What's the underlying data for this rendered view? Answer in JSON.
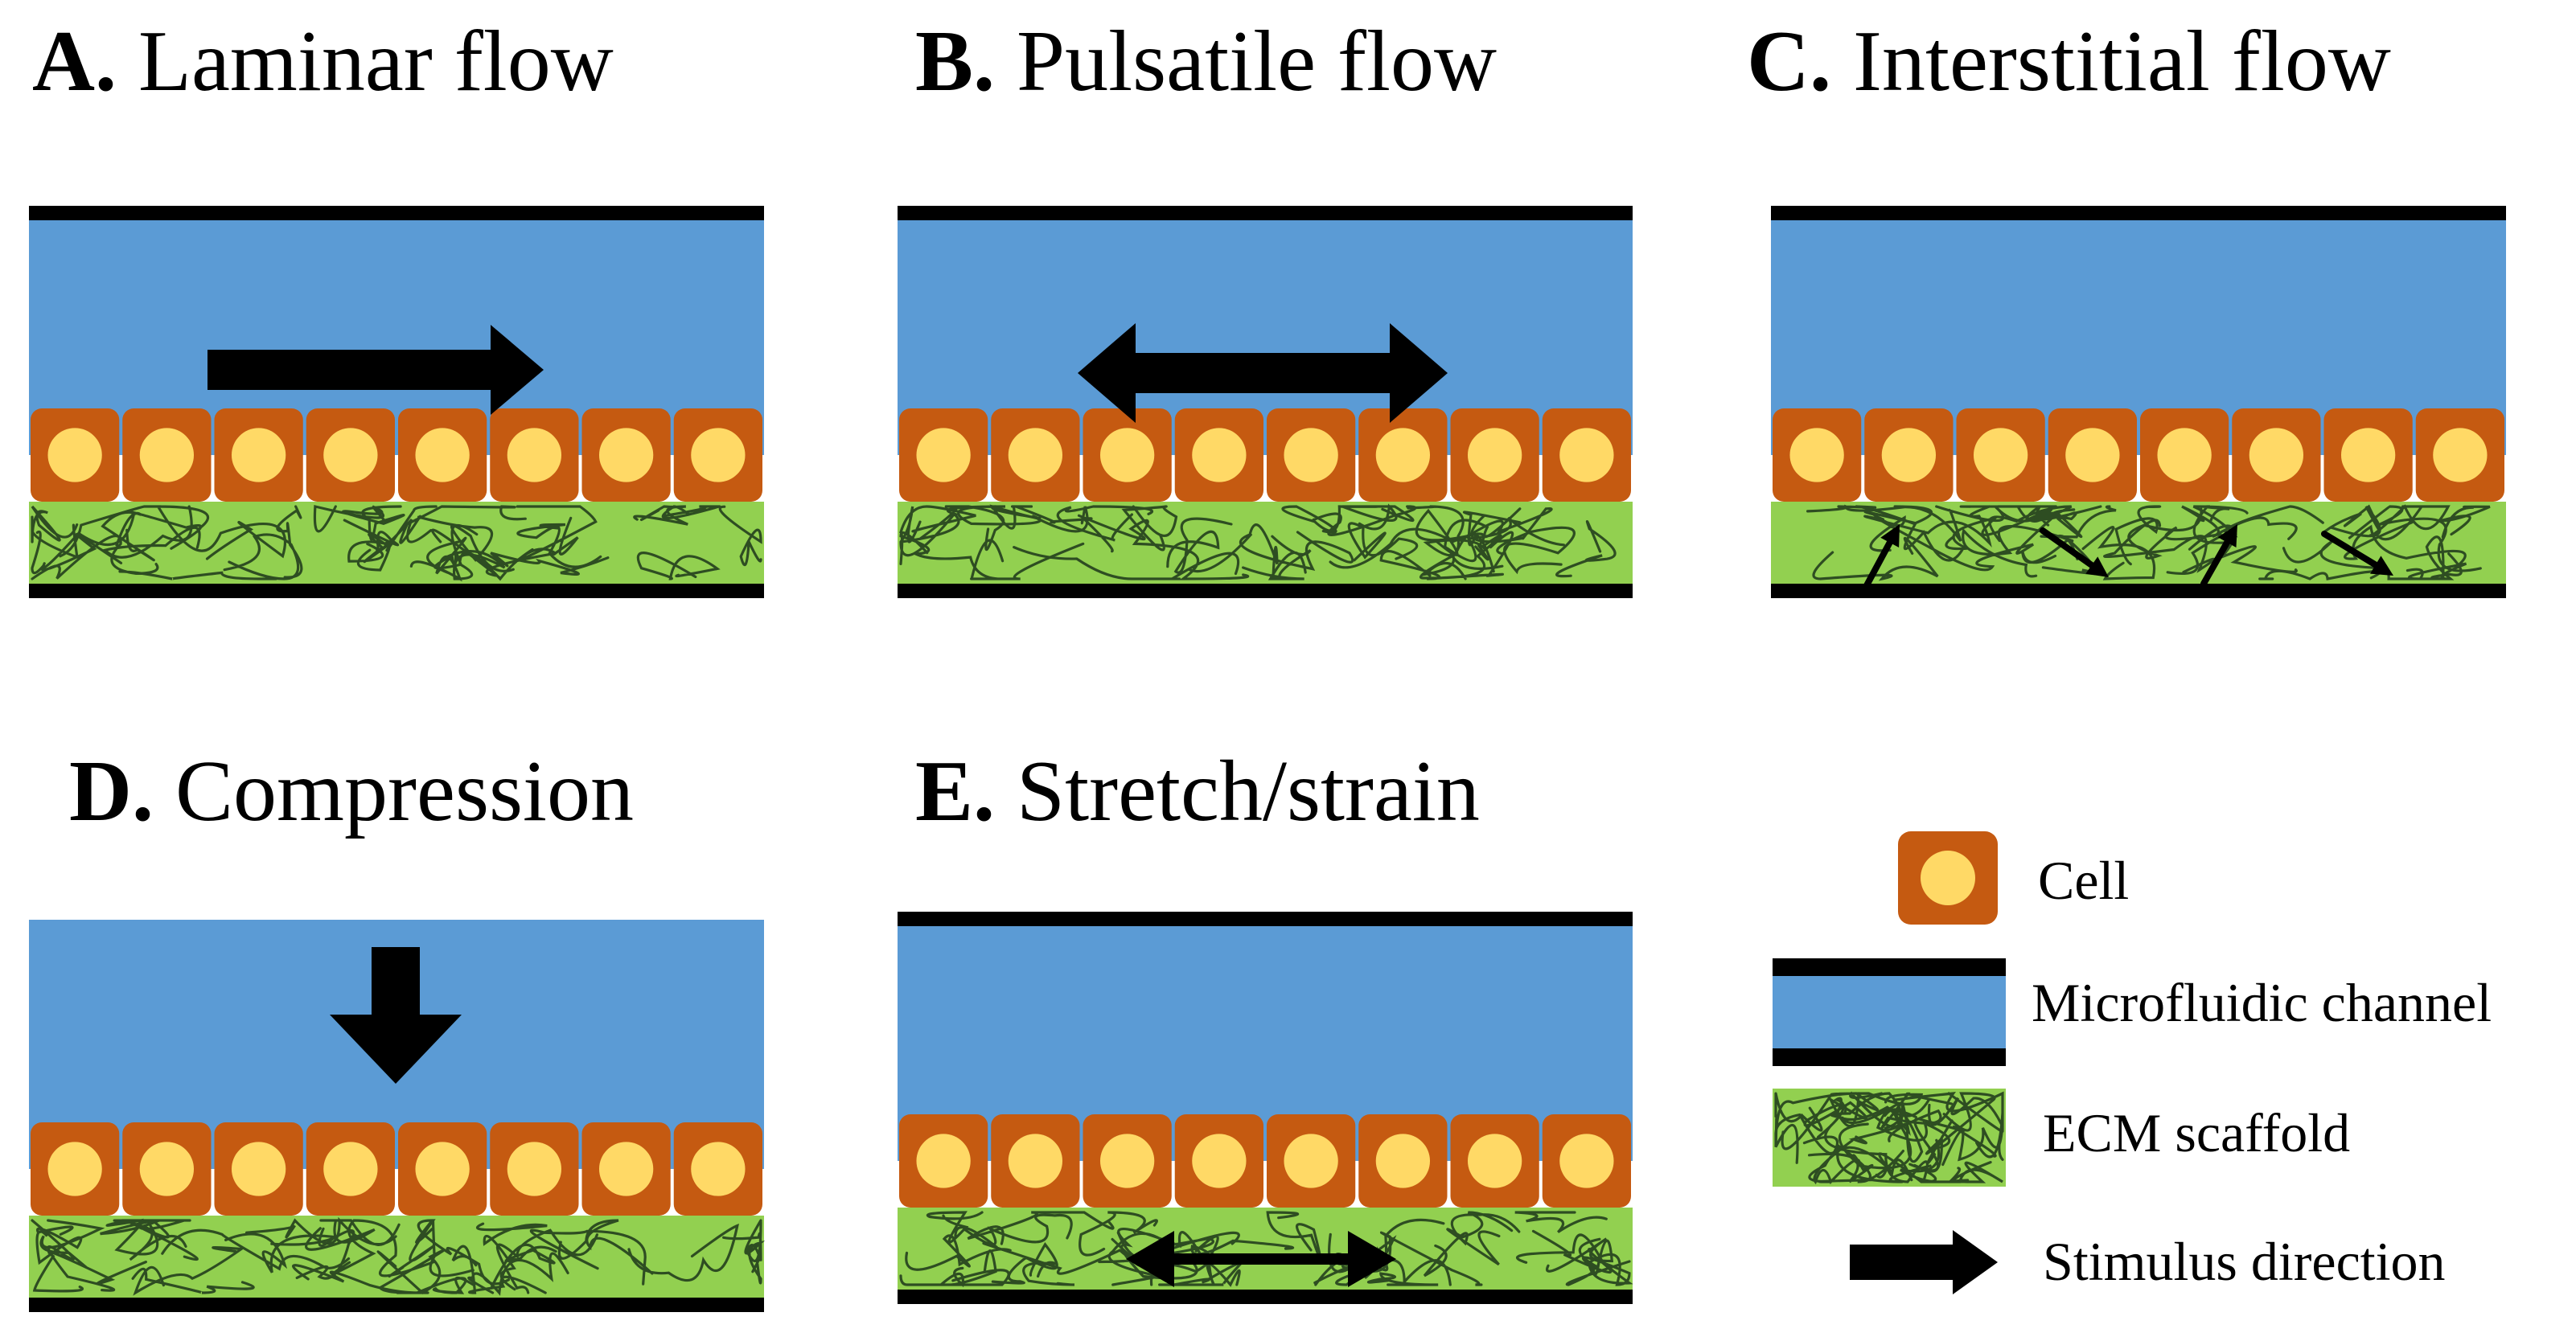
{
  "colors": {
    "channel": "#5b9bd5",
    "wall": "#000000",
    "cell": "#c55a11",
    "nucleus": "#ffd966",
    "ecm": "#92d050",
    "fiber": "#2e4d22",
    "arrow": "#000000",
    "background": "#ffffff"
  },
  "panels": [
    {
      "letter": "A.",
      "name": "Laminar flow",
      "stimulus": "rightward-arrow"
    },
    {
      "letter": "B.",
      "name": "Pulsatile flow",
      "stimulus": "double-headed-arrow"
    },
    {
      "letter": "C.",
      "name": "Interstitial flow",
      "stimulus": "small-arrows-in-scaffold"
    },
    {
      "letter": "D.",
      "name": "Compression",
      "stimulus": "downward-arrow"
    },
    {
      "letter": "E.",
      "name": "Stretch/strain",
      "stimulus": "double-headed-arrow-in-scaffold"
    }
  ],
  "legend": {
    "cell": "Cell",
    "channel": "Microfluidic channel",
    "ecm": "ECM scaffold",
    "stimulus": "Stimulus direction"
  },
  "icons": {
    "cell": "cell-icon",
    "channel": "channel-icon",
    "ecm": "ecm-scaffold-icon",
    "stimulus": "arrow-right-icon"
  }
}
